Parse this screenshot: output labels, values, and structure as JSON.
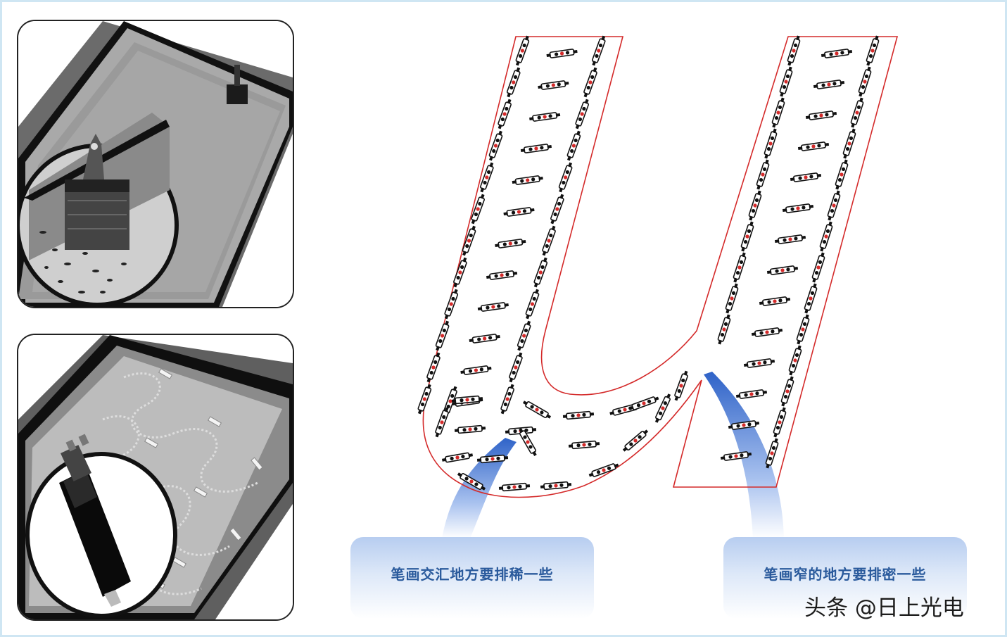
{
  "colors": {
    "frame_border": "#cfe6f3",
    "outline_red": "#d42a2a",
    "callout_text": "#2a5a9c",
    "callout_fill": "#b7cdf0",
    "arrow_blue": "#3f72d2"
  },
  "icons": {
    "top_panel": [
      "scraper-icon"
    ],
    "bottom_panel": [
      "glue-gun-icon"
    ]
  },
  "callouts": {
    "left": "笔画交汇地方要排稀一些",
    "right": "笔画窄的地方要排密一些"
  },
  "watermark": "头条 @日上光电"
}
